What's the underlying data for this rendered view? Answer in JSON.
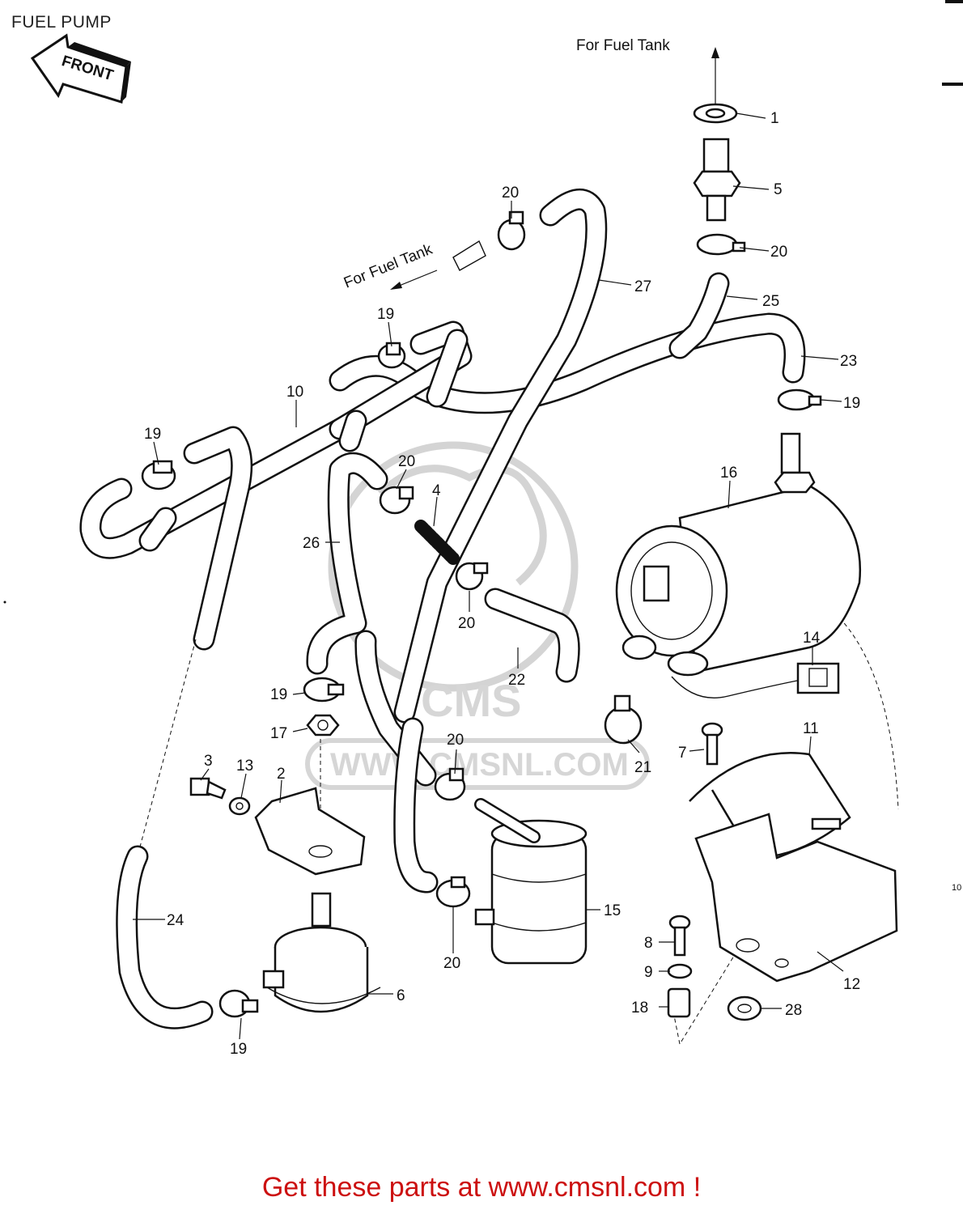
{
  "title": "FUEL PUMP",
  "front_arrow_label": "FRONT",
  "notes": {
    "for_fuel_tank_top": "For Fuel  Tank",
    "for_fuel_tank_mid": "For Fuel  Tank"
  },
  "callouts": [
    {
      "id": "c1",
      "label": "1"
    },
    {
      "id": "c5",
      "label": "5"
    },
    {
      "id": "c20a",
      "label": "20"
    },
    {
      "id": "c20b",
      "label": "20"
    },
    {
      "id": "c27",
      "label": "27"
    },
    {
      "id": "c25",
      "label": "25"
    },
    {
      "id": "c23",
      "label": "23"
    },
    {
      "id": "c19a",
      "label": "19"
    },
    {
      "id": "c19b",
      "label": "19"
    },
    {
      "id": "c10",
      "label": "10"
    },
    {
      "id": "c19c",
      "label": "19"
    },
    {
      "id": "c20c",
      "label": "20"
    },
    {
      "id": "c4",
      "label": "4"
    },
    {
      "id": "c16",
      "label": "16"
    },
    {
      "id": "c26",
      "label": "26"
    },
    {
      "id": "c20d",
      "label": "20"
    },
    {
      "id": "c22",
      "label": "22"
    },
    {
      "id": "c14",
      "label": "14"
    },
    {
      "id": "c19d",
      "label": "19"
    },
    {
      "id": "c17",
      "label": "17"
    },
    {
      "id": "c20e",
      "label": "20"
    },
    {
      "id": "c21",
      "label": "21"
    },
    {
      "id": "c7",
      "label": "7"
    },
    {
      "id": "c11",
      "label": "11"
    },
    {
      "id": "c3",
      "label": "3"
    },
    {
      "id": "c13",
      "label": "13"
    },
    {
      "id": "c2",
      "label": "2"
    },
    {
      "id": "c15",
      "label": "15"
    },
    {
      "id": "c24",
      "label": "24"
    },
    {
      "id": "c8",
      "label": "8"
    },
    {
      "id": "c9",
      "label": "9"
    },
    {
      "id": "c12",
      "label": "12"
    },
    {
      "id": "c20f",
      "label": "20"
    },
    {
      "id": "c6",
      "label": "6"
    },
    {
      "id": "c18",
      "label": "18"
    },
    {
      "id": "c28",
      "label": "28"
    },
    {
      "id": "c19e",
      "label": "19"
    }
  ],
  "stray_marks": {
    "margin_right": "10"
  },
  "watermark": {
    "brand": "CMS",
    "url": "WWW.CMSNL.COM"
  },
  "footer": {
    "promo": "Get these parts at www.cmsnl.com !"
  }
}
